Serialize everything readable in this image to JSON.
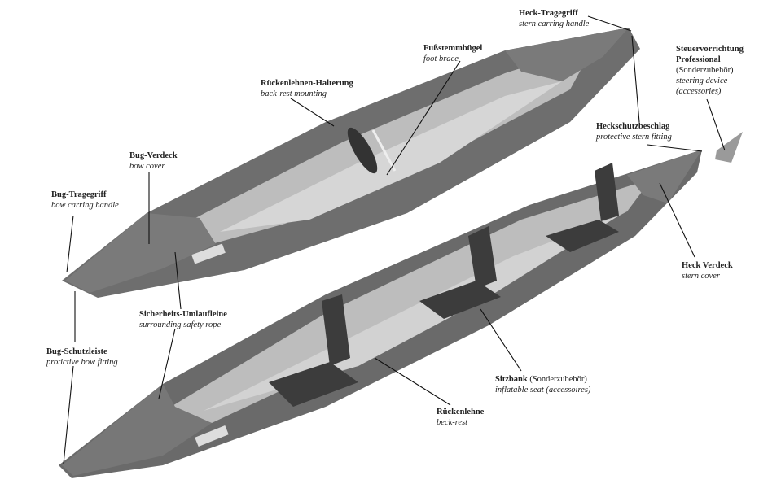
{
  "labels": {
    "stern_handle": {
      "de": "Heck-Tragegriff",
      "en": "stern carring handle"
    },
    "foot_brace": {
      "de": "Fußstemmbügel",
      "en": "foot brace"
    },
    "backrest_mount": {
      "de": "Rückenlehnen-Halterung",
      "en": "back-rest mounting"
    },
    "bow_cover": {
      "de": "Bug-Verdeck",
      "en": "bow cover"
    },
    "bow_handle": {
      "de": "Bug-Tragegriff",
      "en": "bow carring handle"
    },
    "steering": {
      "de1": "Steuervorrichtung",
      "de2": "Professional",
      "de3": "(Sonderzubehör)",
      "en1": "steering device",
      "en2": "(accessories)"
    },
    "stern_fitting": {
      "de": "Heckschutzbeschlag",
      "en": "protective stern fitting"
    },
    "stern_cover": {
      "de": "Heck Verdeck",
      "en": "stern cover"
    },
    "safety_rope": {
      "de": "Sicherheits-Umlaufleine",
      "en": "surrounding safety rope"
    },
    "bow_fitting": {
      "de": "Bug-Schutzleiste",
      "en": "protictive bow  fitting"
    },
    "seat": {
      "de": "Sitzbank",
      "de_extra": "(Sonderzubehör)",
      "en": "inflatable seat  (accessoires)"
    },
    "backrest": {
      "de": "Rückenlehne",
      "en": "beck-rest"
    }
  },
  "colors": {
    "hull": "#6e6e6e",
    "deck": "#7a7a7a",
    "tube": "#bdbdbd",
    "floor": "#d6d6d6",
    "seat": "#3c3c3c",
    "line": "#111111"
  }
}
